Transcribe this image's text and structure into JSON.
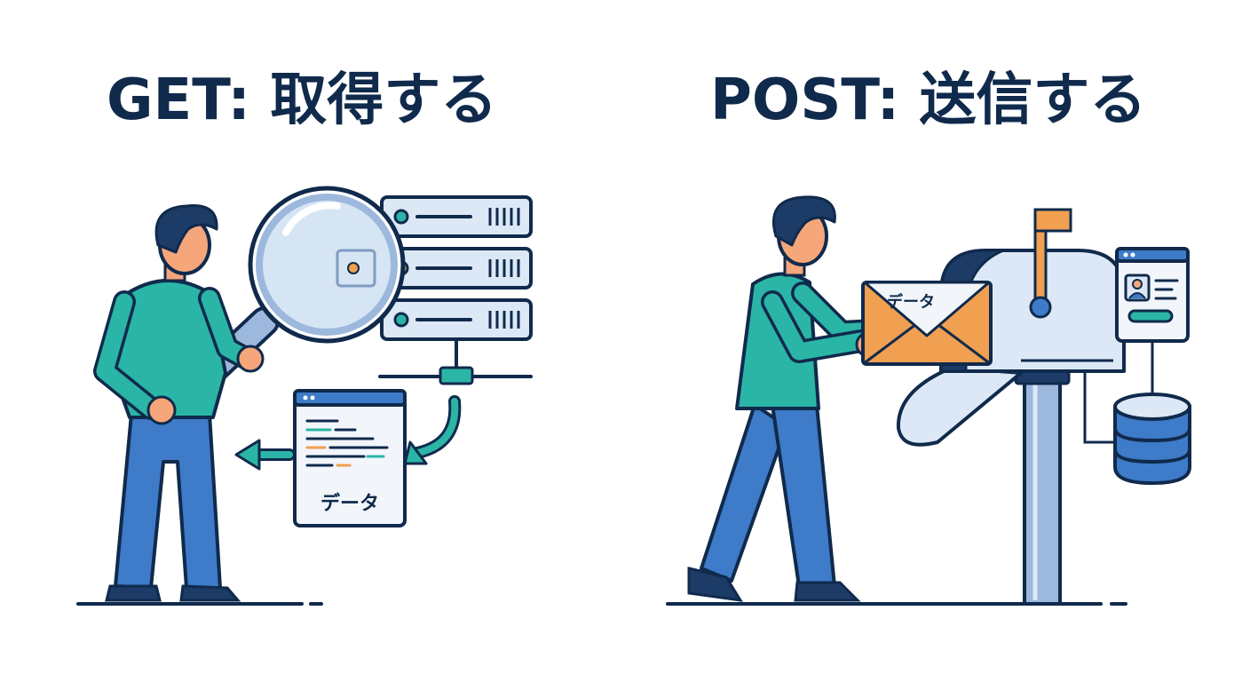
{
  "get": {
    "heading": "GET: 取得する",
    "data_label": "データ"
  },
  "post": {
    "heading": "POST: 送信する",
    "data_label": "データ"
  },
  "colors": {
    "navy": "#102a4c",
    "teal": "#2bb5a6",
    "blue": "#3e7bc8",
    "light_blue": "#dce8f5",
    "orange": "#f0a050",
    "skin": "#f5a67a"
  }
}
